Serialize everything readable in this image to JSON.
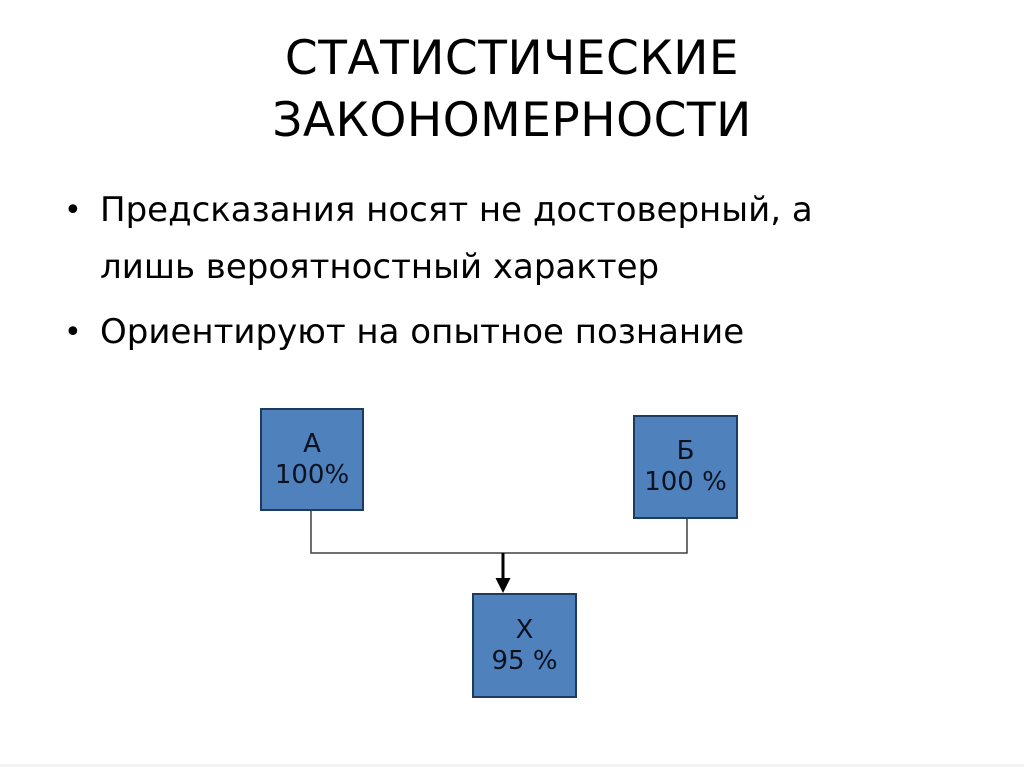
{
  "slide": {
    "title": {
      "line1": "СТАТИСТИЧЕСКИЕ",
      "line2": "ЗАКОНОМЕРНОСТИ"
    },
    "bullets": {
      "marker": "•",
      "items": [
        "Предсказания носят не достоверный, а лишь вероятностный характер",
        "Ориентируют на опытное познание"
      ]
    },
    "diagram": {
      "nodes": [
        {
          "id": "a",
          "label": "А",
          "value": "100%"
        },
        {
          "id": "b",
          "label": "Б",
          "value": "100 %"
        },
        {
          "id": "x",
          "label": "Х",
          "value": "95 %"
        }
      ],
      "colors": {
        "node_fill": "#4f81bd",
        "node_border": "#1f3a5f",
        "connector": "#404040",
        "arrow": "#000000"
      }
    }
  }
}
